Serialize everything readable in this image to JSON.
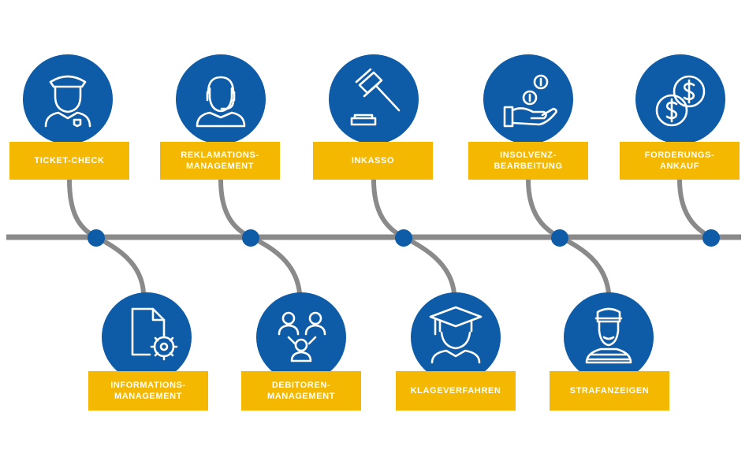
{
  "colors": {
    "timeline": "#8a8a8a",
    "circle": "#0e5ca8",
    "box": "#f5b800",
    "box_text": "#ffffff"
  },
  "top_items": [
    {
      "label": "TICKET-CHECK",
      "icon": "police-officer-icon"
    },
    {
      "label": "REKLAMATIONS-\nMANAGEMENT",
      "icon": "headset-agent-icon"
    },
    {
      "label": "INKASSO",
      "icon": "gavel-icon"
    },
    {
      "label": "INSOLVENZ-\nBEARBEITUNG",
      "icon": "hand-coins-icon"
    },
    {
      "label": "FORDERUNGS-\nANKAUF",
      "icon": "dollar-coins-icon"
    }
  ],
  "bottom_items": [
    {
      "label": "INFORMATIONS-\nMANAGEMENT",
      "icon": "document-gear-icon"
    },
    {
      "label": "DEBITOREN-\nMANAGEMENT",
      "icon": "people-network-icon"
    },
    {
      "label": "KLAGEVERFAHREN",
      "icon": "graduate-icon"
    },
    {
      "label": "STRAFANZEIGEN",
      "icon": "prisoner-icon"
    }
  ]
}
